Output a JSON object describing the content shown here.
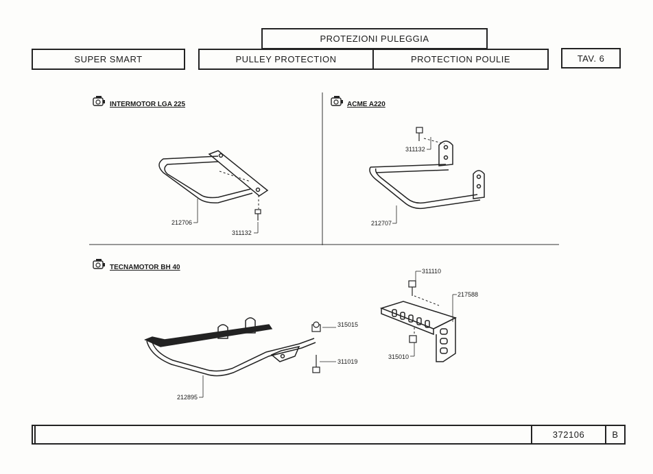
{
  "header": {
    "it_title": "PROTEZIONI PULEGGIA",
    "model": "SUPER SMART",
    "en_title": "PULLEY PROTECTION",
    "fr_title": "PROTECTION POULIE",
    "table": "TAV. 6"
  },
  "sections": [
    {
      "title": "INTERMOTOR LGA 225",
      "parts": [
        "212706",
        "311132"
      ]
    },
    {
      "title": "ACME A220",
      "parts": [
        "311132",
        "212707"
      ]
    },
    {
      "title": "TECNAMOTOR BH 40",
      "parts": [
        "315015",
        "311019",
        "212895"
      ]
    }
  ],
  "bracket_parts": [
    "311110",
    "217588",
    "315010"
  ],
  "footer": {
    "code": "372106",
    "rev": "B"
  }
}
